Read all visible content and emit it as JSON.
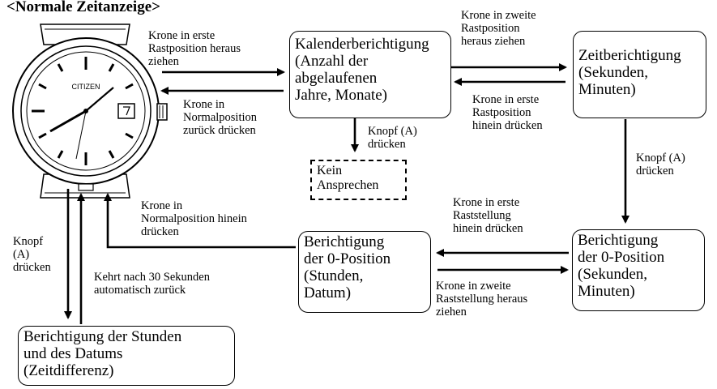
{
  "title": "<Normale Zeitanzeige>",
  "watch": {
    "brand": "CITIZEN"
  },
  "boxes": {
    "kalender": [
      "Kalenderberichtigung",
      "(Anzahl der",
      "abgelaufenen",
      "Jahre, Monate)"
    ],
    "zeit": [
      "Zeitberichtigung",
      "(Sekunden,",
      "Minuten)"
    ],
    "kein": [
      "Kein",
      "Ansprechen"
    ],
    "zero_right": [
      "Berichtigung",
      "der 0-Position",
      "(Sekunden,",
      "Minuten)"
    ],
    "zero_mid": [
      "Berichtigung",
      "der 0-Position",
      "(Stunden,",
      "Datum)"
    ],
    "stunden": [
      "Berichtigung der Stunden",
      "und des Datums",
      "(Zeitdifferenz)"
    ]
  },
  "labels": {
    "crown_first_out": [
      "Krone in erste",
      "Rastposition heraus",
      "ziehen"
    ],
    "crown_normal_back": [
      "Krone in",
      "Normalposition",
      "zurück drücken"
    ],
    "crown_second_out": [
      "Krone in zweite",
      "Rastposition",
      "heraus ziehen"
    ],
    "crown_first_in": [
      "Krone in erste",
      "Rastposition",
      "hinein drücken"
    ],
    "button_a_mid": [
      "Knopf (A)",
      "drücken"
    ],
    "button_a_right": [
      "Knopf (A)",
      "drücken"
    ],
    "crown_normal_in": [
      "Krone in",
      "Normalposition hinein",
      "drücken"
    ],
    "crown_first_stellung_in": [
      "Krone in erste",
      "Raststellung",
      "hinein drücken"
    ],
    "crown_second_stellung_out": [
      "Krone in zweite",
      "Raststellung heraus",
      "ziehen"
    ],
    "button_a_left": [
      "Knopf",
      "(A)",
      "drücken"
    ],
    "auto_return": [
      "Kehrt nach 30 Sekunden",
      "automatisch zurück"
    ]
  }
}
